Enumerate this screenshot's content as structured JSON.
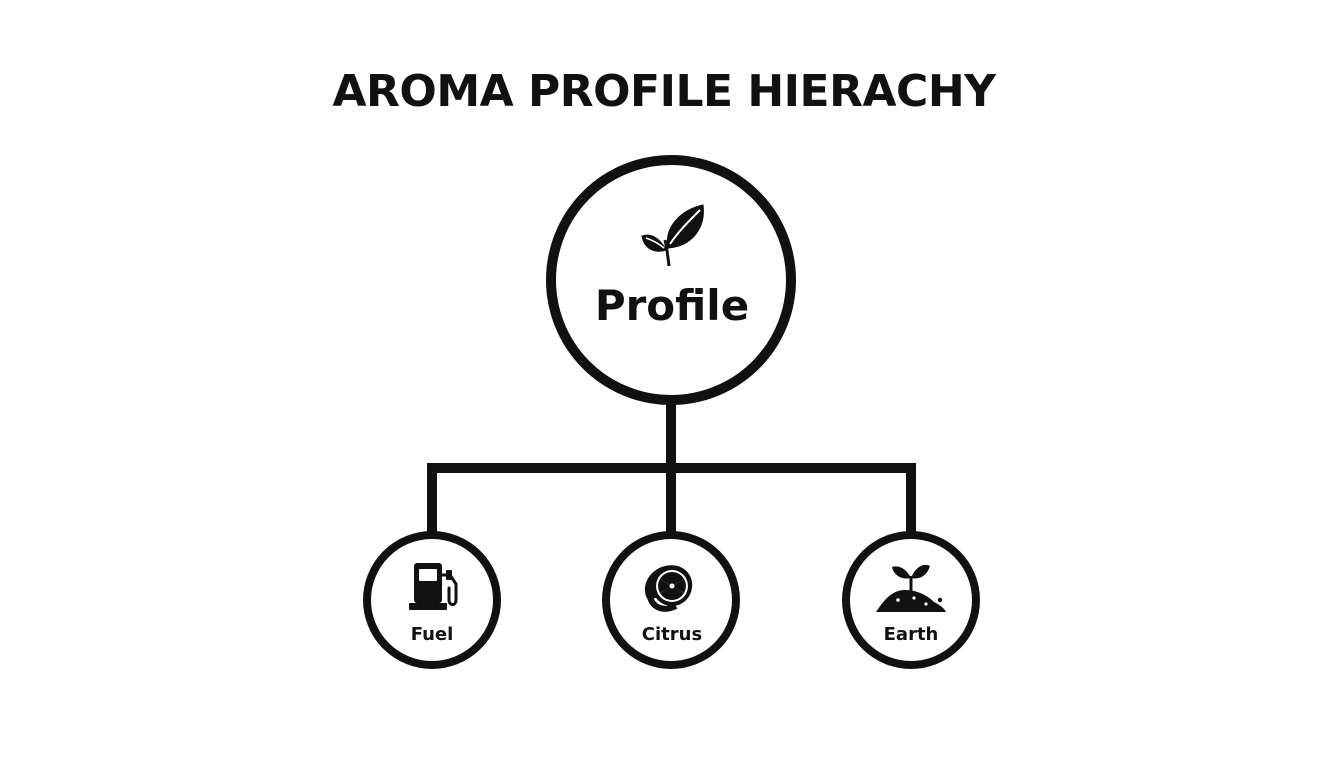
{
  "title": "AROMA PROFILE HIERACHY",
  "root": {
    "label": "Profile",
    "icon": "leaf-sprout-icon"
  },
  "children": [
    {
      "label": "Fuel",
      "icon": "fuel-pump-icon"
    },
    {
      "label": "Citrus",
      "icon": "citrus-slice-icon"
    },
    {
      "label": "Earth",
      "icon": "soil-sprout-icon"
    }
  ],
  "colors": {
    "ink": "#111111",
    "background": "#ffffff"
  }
}
